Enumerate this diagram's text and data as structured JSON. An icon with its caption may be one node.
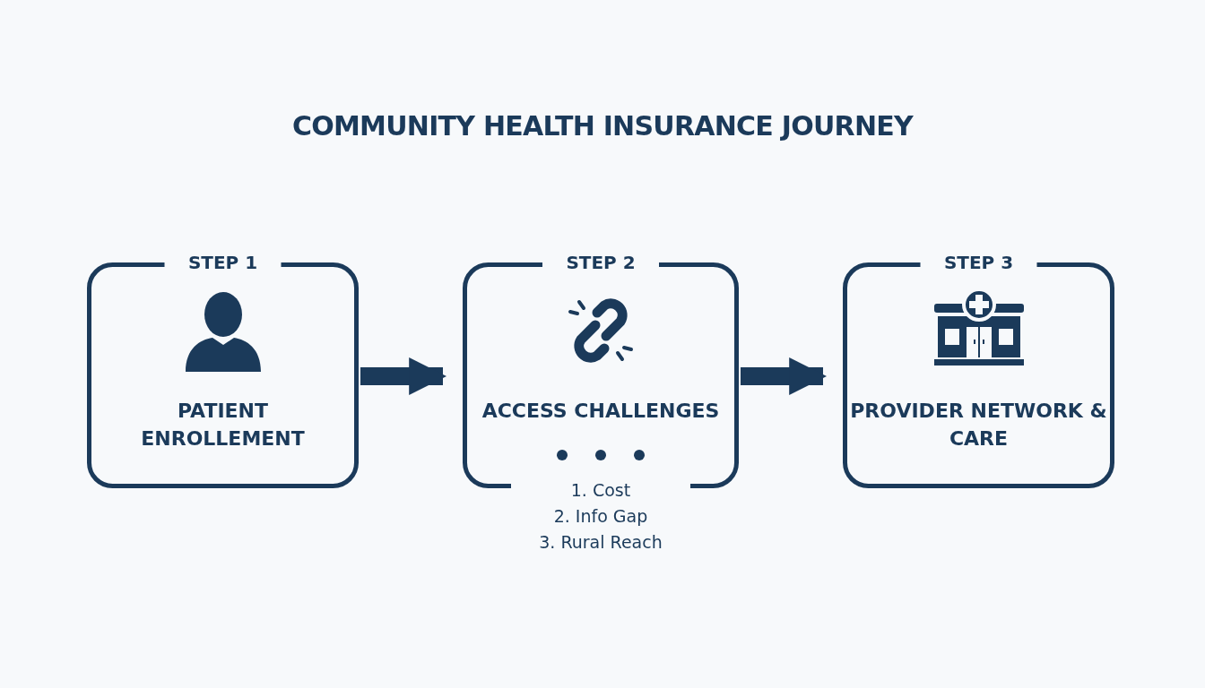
{
  "diagram": {
    "title": "COMMUNITY HEALTH INSURANCE JOURNEY",
    "nodes": [
      {
        "text": [
          "STEP 1",
          "PATIENT ENROLLEMENT"
        ]
      },
      {
        "text": [
          "STEP 2",
          "ACCESS CHALLENGES"
        ],
        "beside": [
          "1. Cost",
          "2. Info Gap",
          "3. Rural Reach"
        ]
      },
      {
        "text": [
          "STEP 3",
          "PROVIDER NETWORK & CARE"
        ]
      }
    ],
    "edges": [
      {
        "from": 0,
        "to": 1,
        "arrow": "to"
      },
      {
        "from": 1,
        "to": 2,
        "arrow": "to"
      }
    ]
  }
}
